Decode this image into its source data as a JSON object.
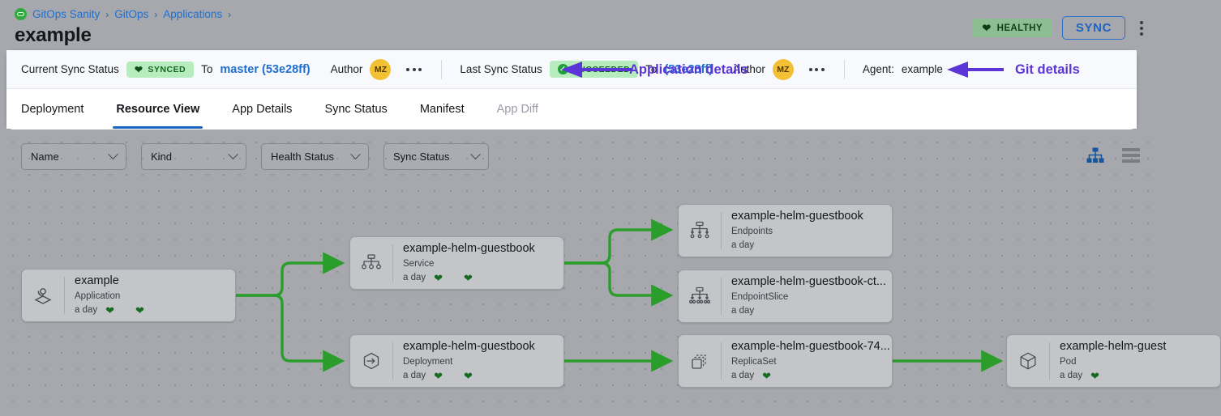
{
  "breadcrumb": {
    "logo_icon": "gitops-logo-icon",
    "items": [
      "GitOps Sanity",
      "GitOps",
      "Applications"
    ],
    "separator": "›",
    "trailing_separator": "›"
  },
  "header": {
    "title": "example",
    "health_badge": {
      "label": "HEALTHY",
      "icon": "heart-icon",
      "bg": "#8bbf92",
      "fg": "#123d1a"
    },
    "sync_button": {
      "label": "SYNC",
      "color": "#1f63c2"
    },
    "overflow_menu_icon": "kebab-vertical-icon"
  },
  "sync_bar": {
    "current": {
      "label": "Current Sync Status",
      "status": "SYNCED",
      "status_icon": "heart-icon",
      "to_label": "To",
      "revision": "master (53e28ff)",
      "author_label": "Author",
      "author_initials": "MZ",
      "menu_icon": "kebab-horizontal-icon"
    },
    "last": {
      "label": "Last Sync Status",
      "status": "SUCCEEDED",
      "status_icon": "check-circle-icon",
      "to_label": "To",
      "revision": "(53e28ff)",
      "author_label": "Author",
      "author_initials": "MZ",
      "menu_icon": "kebab-horizontal-icon"
    },
    "agent_label": "Agent:",
    "agent_value": "example"
  },
  "annotations": {
    "color": "#5b35d5",
    "git_details": "Git details",
    "application_details": "Application details"
  },
  "tabs": [
    {
      "label": "Deployment",
      "active": false,
      "disabled": false
    },
    {
      "label": "Resource View",
      "active": true,
      "disabled": false
    },
    {
      "label": "App Details",
      "active": false,
      "disabled": false
    },
    {
      "label": "Sync Status",
      "active": false,
      "disabled": false
    },
    {
      "label": "Manifest",
      "active": false,
      "disabled": false
    },
    {
      "label": "App Diff",
      "active": false,
      "disabled": true
    }
  ],
  "filters": [
    {
      "label": "Name",
      "icon": "chevron-down-icon"
    },
    {
      "label": "Kind",
      "icon": "chevron-down-icon"
    },
    {
      "label": "Health Status",
      "icon": "chevron-down-icon"
    },
    {
      "label": "Sync Status",
      "icon": "chevron-down-icon"
    }
  ],
  "view_toggles": [
    {
      "name": "tree-view-icon",
      "active": true,
      "color": "#17569b"
    },
    {
      "name": "list-view-icon",
      "active": false,
      "color": "#7b7d84"
    }
  ],
  "graph": {
    "edge_color": "#2a9d2a",
    "nodes": [
      {
        "id": "app",
        "name": "example",
        "kind": "Application",
        "age": "a day",
        "hearts": 2,
        "icon": "application-icon",
        "truncated": false
      },
      {
        "id": "svc",
        "name": "example-helm-guestbook",
        "kind": "Service",
        "age": "a day",
        "hearts": 2,
        "icon": "service-icon",
        "truncated": false
      },
      {
        "id": "deploy",
        "name": "example-helm-guestbook",
        "kind": "Deployment",
        "age": "a day",
        "hearts": 2,
        "icon": "deployment-icon",
        "truncated": false
      },
      {
        "id": "ep",
        "name": "example-helm-guestbook",
        "kind": "Endpoints",
        "age": "a day",
        "hearts": 0,
        "icon": "endpoints-icon",
        "truncated": false
      },
      {
        "id": "eps",
        "name": "example-helm-guestbook-ct...",
        "kind": "EndpointSlice",
        "age": "a day",
        "hearts": 0,
        "icon": "endpointslice-icon",
        "truncated": true
      },
      {
        "id": "rs",
        "name": "example-helm-guestbook-74...",
        "kind": "ReplicaSet",
        "age": "a day",
        "hearts": 1,
        "icon": "replicaset-icon",
        "truncated": true
      },
      {
        "id": "pod",
        "name": "example-helm-guest",
        "kind": "Pod",
        "age": "a day",
        "hearts": 1,
        "icon": "pod-icon",
        "truncated": true
      }
    ]
  }
}
